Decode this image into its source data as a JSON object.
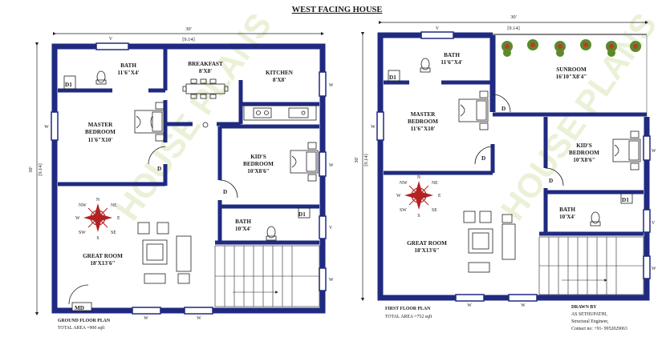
{
  "header": {
    "title": "WEST FACING HOUSE"
  },
  "ground_floor": {
    "dim_top": "30'",
    "dim_top_m": "[9.14]",
    "dim_side": "30'",
    "dim_side_m": "[9.14]",
    "rooms": {
      "bath": {
        "name": "BATH",
        "size": "11'6\"X4'"
      },
      "breakfast": {
        "name": "BREAKFAST",
        "size": "8'X8'"
      },
      "kitchen": {
        "name": "KITCHEN",
        "size": "8'X8'"
      },
      "master": {
        "name": "MASTER",
        "name2": "BEDROOM",
        "size": "11'6\"X10'"
      },
      "kids": {
        "name": "KID'S",
        "name2": "BEDROOM",
        "size": "10'X8'6\""
      },
      "bath2": {
        "name": "BATH",
        "size": "10'X4'"
      },
      "great": {
        "name": "GREAT ROOM",
        "size": "18'X13'6\""
      }
    },
    "doors": {
      "d1": "D1",
      "d": "D",
      "md": "MD"
    },
    "windows": {
      "v": "V",
      "w": "W"
    },
    "caption": "GROUND FLOOR PLAN",
    "area": "TOTAL AREA =900 sqft"
  },
  "first_floor": {
    "dim_top": "30'",
    "dim_top_m": "[9.14]",
    "dim_side": "30'",
    "dim_side_m": "[9.14]",
    "rooms": {
      "bath": {
        "name": "BATH",
        "size": "11'6\"X4'"
      },
      "sunroom": {
        "name": "SUNROOM",
        "size": "16'10\"X8'4\""
      },
      "master": {
        "name": "MASTER",
        "name2": "BEDROOM",
        "size": "11'6\"X10'"
      },
      "kids": {
        "name": "KID'S",
        "name2": "BEDROOM",
        "size": "10'X8'6\""
      },
      "bath2": {
        "name": "BATH",
        "size": "10'X4'"
      },
      "great": {
        "name": "GREAT ROOM",
        "size": "18'X13'6\""
      }
    },
    "caption": "FIRST FLOOR PLAN",
    "area": "TOTAL AREA =752 sqft"
  },
  "compass": {
    "n": "N",
    "s": "S",
    "e": "E",
    "w": "W",
    "ne": "NE",
    "nw": "NW",
    "se": "SE",
    "sw": "SW"
  },
  "credits": {
    "drawn_by": "DRAWN BY",
    "name": "AS SETHUPATHI,",
    "role": "Structural Engineer,",
    "contact": "Contact no: +91- 9952029063"
  },
  "colors": {
    "wall": "#1f2a80",
    "compass": "#b22222",
    "plant": "#c0392b",
    "leaf": "#5a8a2a"
  }
}
